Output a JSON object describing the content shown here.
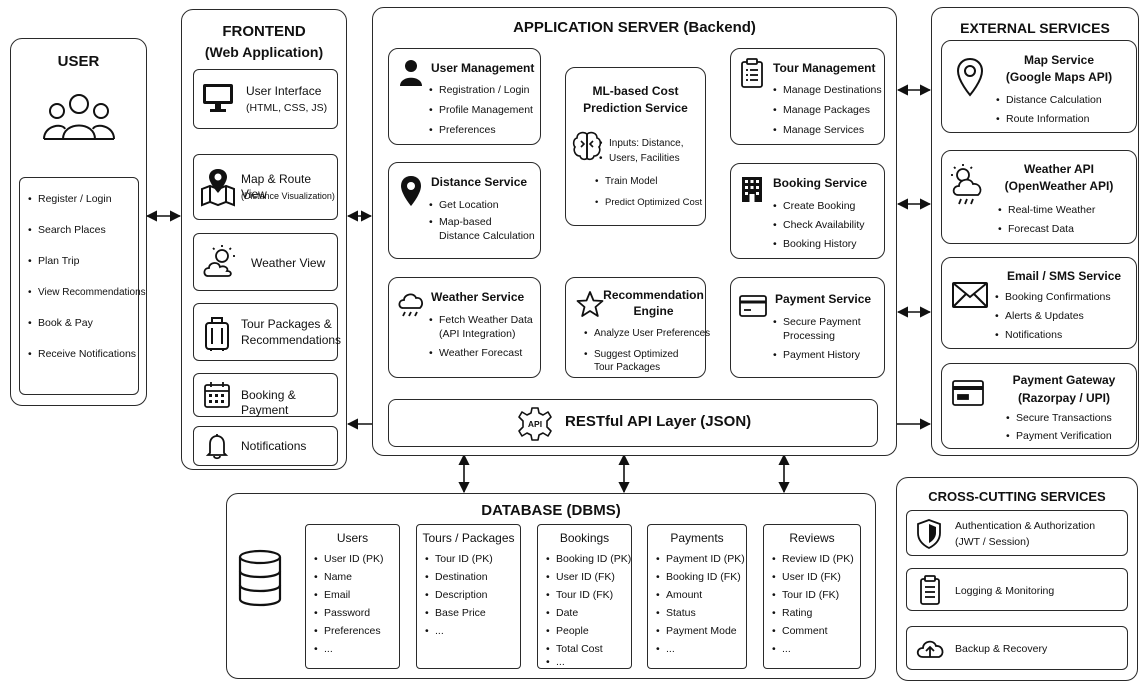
{
  "user": {
    "title": "USER",
    "actions": [
      "Register / Login",
      "Search Places",
      "Plan Trip",
      "View Recommendations",
      "Book & Pay",
      "Receive Notifications"
    ]
  },
  "frontend": {
    "title": "FRONTEND",
    "subtitle": "(Web Application)",
    "items": [
      {
        "label": "User Interface",
        "sub": "(HTML, CSS, JS)",
        "icon": "monitor-icon"
      },
      {
        "label": "Map & Route View",
        "sub": "(Distance Visualization)",
        "icon": "map-icon"
      },
      {
        "label": "Weather View",
        "sub": "",
        "icon": "weather-icon"
      },
      {
        "label": "Tour Packages &",
        "sub": "Recommendations",
        "icon": "luggage-icon"
      },
      {
        "label": "Booking & Payment",
        "sub": "",
        "icon": "calendar-icon"
      },
      {
        "label": "Notifications",
        "sub": "",
        "icon": "bell-icon"
      }
    ]
  },
  "backend": {
    "title": "APPLICATION SERVER (Backend)",
    "user_mgmt": {
      "title": "User Management",
      "items": [
        "Registration / Login",
        "Profile Management",
        "Preferences"
      ]
    },
    "ml": {
      "title": "ML-based Cost",
      "title2": "Prediction Service",
      "items": [
        "Inputs: Distance,",
        "Users, Facilities",
        "Train Model",
        "Predict Optimized Cost"
      ]
    },
    "tour_mgmt": {
      "title": "Tour Management",
      "items": [
        "Manage Destinations",
        "Manage Packages",
        "Manage Services"
      ]
    },
    "distance": {
      "title": "Distance Service",
      "items": [
        "Get Location",
        "Map-based",
        "Distance Calculation"
      ]
    },
    "booking": {
      "title": "Booking Service",
      "items": [
        "Create Booking",
        "Check Availability",
        "Booking History"
      ]
    },
    "weather": {
      "title": "Weather Service",
      "items": [
        "Fetch Weather Data",
        "(API Integration)",
        "Weather Forecast"
      ]
    },
    "recommend": {
      "title": "Recommendation",
      "title2": "Engine",
      "items": [
        "Analyze User Preferences",
        "Suggest Optimized",
        "Tour Packages"
      ]
    },
    "payment": {
      "title": "Payment Service",
      "items": [
        "Secure Payment",
        "Processing",
        "Payment History"
      ]
    },
    "api": {
      "badge": "API",
      "label": "RESTful API Layer (JSON)"
    }
  },
  "external": {
    "title": "EXTERNAL SERVICES",
    "map": {
      "title": "Map Service",
      "title2": "(Google Maps API)",
      "items": [
        "Distance Calculation",
        "Route Information"
      ]
    },
    "weather": {
      "title": "Weather API",
      "title2": "(OpenWeather API)",
      "items": [
        "Real-time Weather",
        "Forecast Data"
      ]
    },
    "email": {
      "title": "Email / SMS Service",
      "items": [
        "Booking Confirmations",
        "Alerts & Updates",
        "Notifications"
      ]
    },
    "gateway": {
      "title": "Payment Gateway",
      "title2": "(Razorpay / UPI)",
      "items": [
        "Secure Transactions",
        "Payment Verification"
      ]
    }
  },
  "database": {
    "title": "DATABASE (DBMS)",
    "tables": [
      {
        "name": "Users",
        "fields": [
          "User ID (PK)",
          "Name",
          "Email",
          "Password",
          "Preferences",
          "..."
        ]
      },
      {
        "name": "Tours / Packages",
        "fields": [
          "Tour ID (PK)",
          "Destination",
          "Description",
          "Base Price",
          "..."
        ]
      },
      {
        "name": "Bookings",
        "fields": [
          "Booking ID (PK)",
          "User ID (FK)",
          "Tour ID (FK)",
          "Date",
          "People",
          "Total Cost",
          "..."
        ]
      },
      {
        "name": "Payments",
        "fields": [
          "Payment ID (PK)",
          "Booking ID (FK)",
          "Amount",
          "Status",
          "Payment Mode",
          "..."
        ]
      },
      {
        "name": "Reviews",
        "fields": [
          "Review ID (PK)",
          "User ID (FK)",
          "Tour ID (FK)",
          "Rating",
          "Comment",
          "..."
        ]
      }
    ]
  },
  "crosscut": {
    "title": "CROSS-CUTTING SERVICES",
    "items": [
      {
        "label": "Authentication & Authorization",
        "sub": "(JWT / Session)"
      },
      {
        "label": "Logging & Monitoring",
        "sub": ""
      },
      {
        "label": "Backup & Recovery",
        "sub": ""
      }
    ]
  }
}
